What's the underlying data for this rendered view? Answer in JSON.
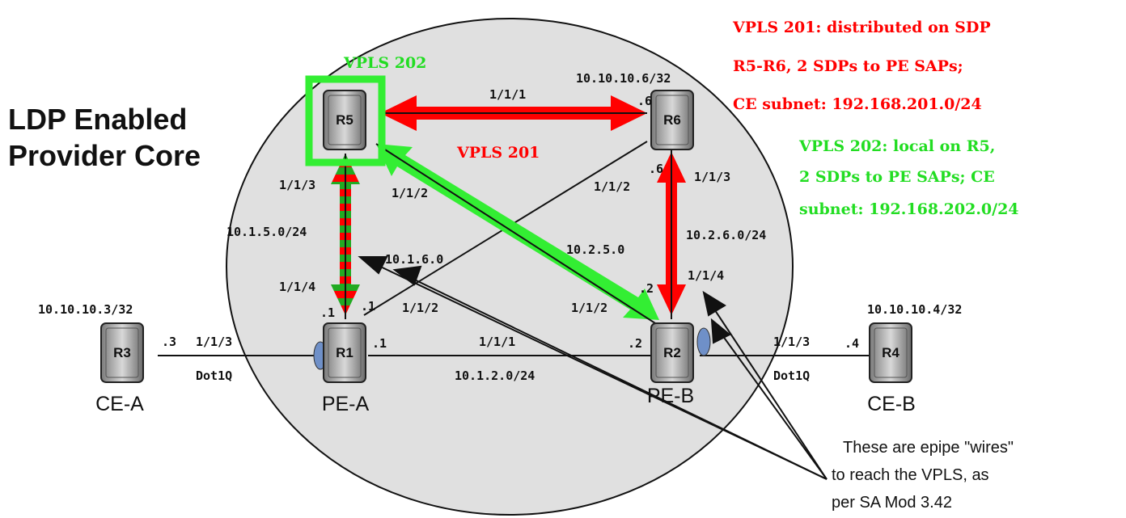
{
  "header": {
    "line1": "LDP Enabled",
    "line2": "Provider Core"
  },
  "vpls201": {
    "label": "VPLS 201",
    "lines": [
      "VPLS 201: distributed on SDP",
      "R5-R6, 2 SDPs to PE SAPs;",
      "CE subnet: 192.168.201.0/24"
    ]
  },
  "vpls202": {
    "label": "VPLS 202",
    "lines": [
      "VPLS 202: local on R5,",
      "2 SDPs to PE SAPs; CE",
      "subnet: 192.168.202.0/24"
    ]
  },
  "routers": {
    "r1": {
      "name": "R1",
      "role": "PE-A"
    },
    "r2": {
      "name": "R2",
      "role": "PE-B"
    },
    "r3": {
      "name": "R3",
      "role": "CE-A",
      "loopback": "10.10.10.3/32"
    },
    "r4": {
      "name": "R4",
      "role": "CE-B",
      "loopback": "10.10.10.4/32"
    },
    "r5": {
      "name": "R5"
    },
    "r6": {
      "name": "R6",
      "loopback": "10.10.10.6/32"
    }
  },
  "links": {
    "r5_r6": {
      "port": "1/1/1",
      "r6_host": ".6"
    },
    "r5_r1": {
      "r5_port": "1/1/3",
      "subnet": "10.1.5.0/24",
      "r1_port": "1/1/4",
      "r1_host": ".1"
    },
    "r6_r1": {
      "r6_port": "1/1/2",
      "subnet": "10.1.6.0",
      "r1_port": "1/1/2",
      "r1_host": ".1"
    },
    "r5_r2": {
      "r5_port": "1/1/2",
      "subnet": "10.2.5.0",
      "r2_port": "1/1/2",
      "r2_host": ".2"
    },
    "r6_r2": {
      "r6_host": ".6",
      "r6_port": "1/1/3",
      "subnet": "10.2.6.0/24",
      "r2_port": "1/1/4",
      "r2_host": ".2"
    },
    "r1_r2": {
      "r1_host": ".1",
      "port": "1/1/1",
      "subnet": "10.1.2.0/24",
      "r2_host": ".2"
    },
    "r3_r1": {
      "r3_host": ".3",
      "port": "1/1/3",
      "encap": "Dot1Q"
    },
    "r2_r4": {
      "port": "1/1/3",
      "encap": "Dot1Q",
      "r4_host": ".4"
    }
  },
  "callout": {
    "lines": [
      "These are epipe \"wires\"",
      "to reach the VPLS, as",
      "per SA Mod 3.42"
    ]
  },
  "colors": {
    "vpls201": "#ff0000",
    "vpls202": "#22dd22",
    "core": "#e0e0e0",
    "link": "#111111"
  }
}
